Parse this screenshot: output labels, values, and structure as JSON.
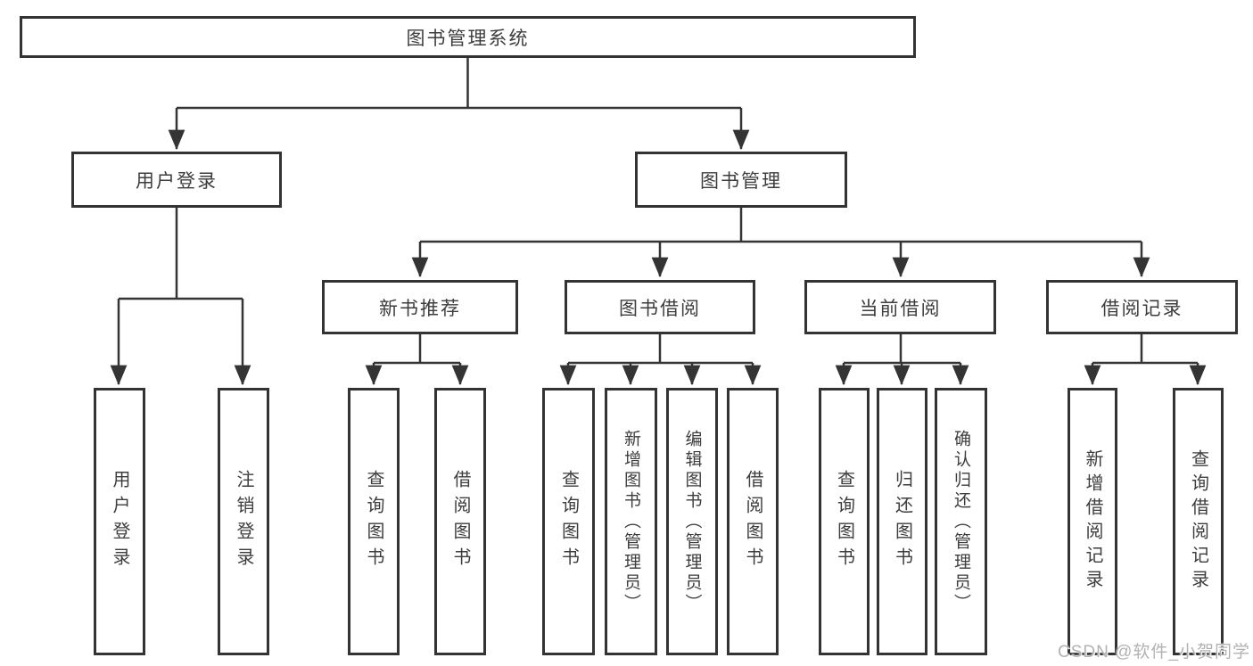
{
  "colors": {
    "line": "#343434",
    "box_border": "#333333",
    "text": "#3d3d3d",
    "watermark": "#b2b2b2",
    "background": "#ffffff"
  },
  "nodes": {
    "root": {
      "label": "图书管理系统"
    },
    "user_login_branch": {
      "label": "用户登录"
    },
    "book_mgmt": {
      "label": "图书管理"
    },
    "new_book_rec": {
      "label": "新书推荐"
    },
    "book_borrow": {
      "label": "图书借阅"
    },
    "current_borrow": {
      "label": "当前借阅"
    },
    "borrow_records": {
      "label": "借阅记录"
    },
    "leaf_user_login": {
      "label": "用户登录"
    },
    "leaf_logout": {
      "label": "注销登录"
    },
    "leaf_query_book_1": {
      "label": "查询图书"
    },
    "leaf_borrow_book_1": {
      "label": "借阅图书"
    },
    "leaf_query_book_2": {
      "label": "查询图书"
    },
    "leaf_add_book": {
      "label": "新增图书（管理员）"
    },
    "leaf_edit_book": {
      "label": "编辑图书（管理员）"
    },
    "leaf_borrow_book_2": {
      "label": "借阅图书"
    },
    "leaf_query_book_3": {
      "label": "查询图书"
    },
    "leaf_return_book": {
      "label": "归还图书"
    },
    "leaf_confirm_return": {
      "label": "确认归还（管理员）"
    },
    "leaf_add_record": {
      "label": "新增借阅记录"
    },
    "leaf_query_record": {
      "label": "查询借阅记录"
    }
  },
  "hierarchy": {
    "图书管理系统": {
      "用户登录": [
        "用户登录",
        "注销登录"
      ],
      "图书管理": {
        "新书推荐": [
          "查询图书",
          "借阅图书"
        ],
        "图书借阅": [
          "查询图书",
          "新增图书（管理员）",
          "编辑图书（管理员）",
          "借阅图书"
        ],
        "当前借阅": [
          "查询图书",
          "归还图书",
          "确认归还（管理员）"
        ],
        "借阅记录": [
          "新增借阅记录",
          "查询借阅记录"
        ]
      }
    }
  },
  "watermark": {
    "text": "CSDN @软件_小贺同学"
  }
}
